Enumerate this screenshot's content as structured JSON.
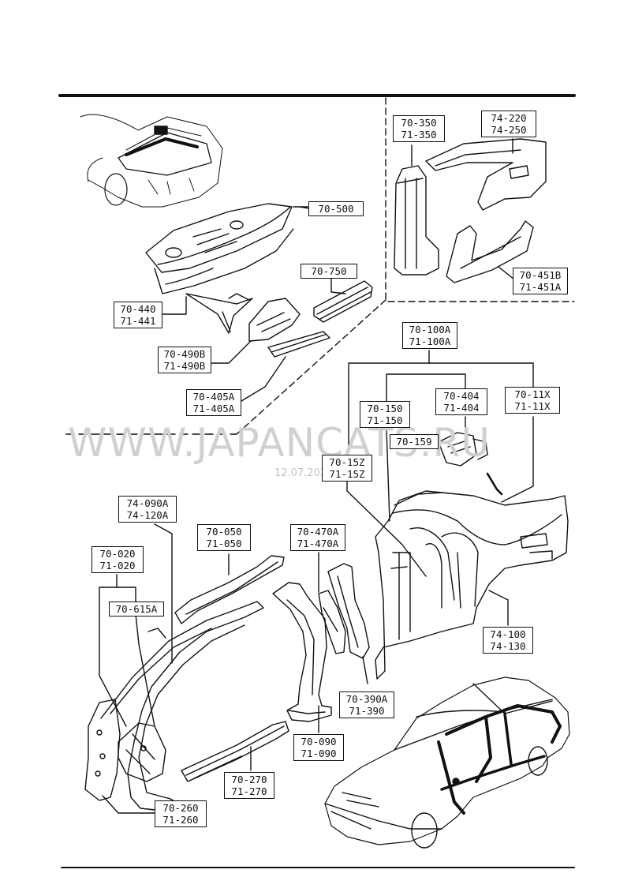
{
  "watermark": {
    "text": "WWW.JAPANCATS.RU",
    "date": "12.07.2020"
  },
  "labels": {
    "l_70_500": [
      "70-500"
    ],
    "l_70_750": [
      "70-750"
    ],
    "l_70_440": [
      "70-440",
      "71-441"
    ],
    "l_70_490": [
      "70-490B",
      "71-490B"
    ],
    "l_70_405": [
      "70-405A",
      "71-405A"
    ],
    "l_70_350": [
      "70-350",
      "71-350"
    ],
    "l_74_220": [
      "74-220",
      "74-250"
    ],
    "l_70_451": [
      "70-451B",
      "71-451A"
    ],
    "l_70_100": [
      "70-100A",
      "71-100A"
    ],
    "l_70_150": [
      "70-150",
      "71-150"
    ],
    "l_70_404": [
      "70-404",
      "71-404"
    ],
    "l_70_11x": [
      "70-11X",
      "71-11X"
    ],
    "l_70_159": [
      "70-159"
    ],
    "l_70_15z": [
      "70-15Z",
      "71-15Z"
    ],
    "l_74_090": [
      "74-090A",
      "74-120A"
    ],
    "l_70_050": [
      "70-050",
      "71-050"
    ],
    "l_70_470": [
      "70-470A",
      "71-470A"
    ],
    "l_70_020": [
      "70-020",
      "71-020"
    ],
    "l_70_615": [
      "70-615A"
    ],
    "l_74_100": [
      "74-100",
      "74-130"
    ],
    "l_70_390": [
      "70-390A",
      "71-390"
    ],
    "l_70_090": [
      "70-090",
      "71-090"
    ],
    "l_70_270": [
      "70-270",
      "71-270"
    ],
    "l_70_260": [
      "70-260",
      "71-260"
    ]
  }
}
